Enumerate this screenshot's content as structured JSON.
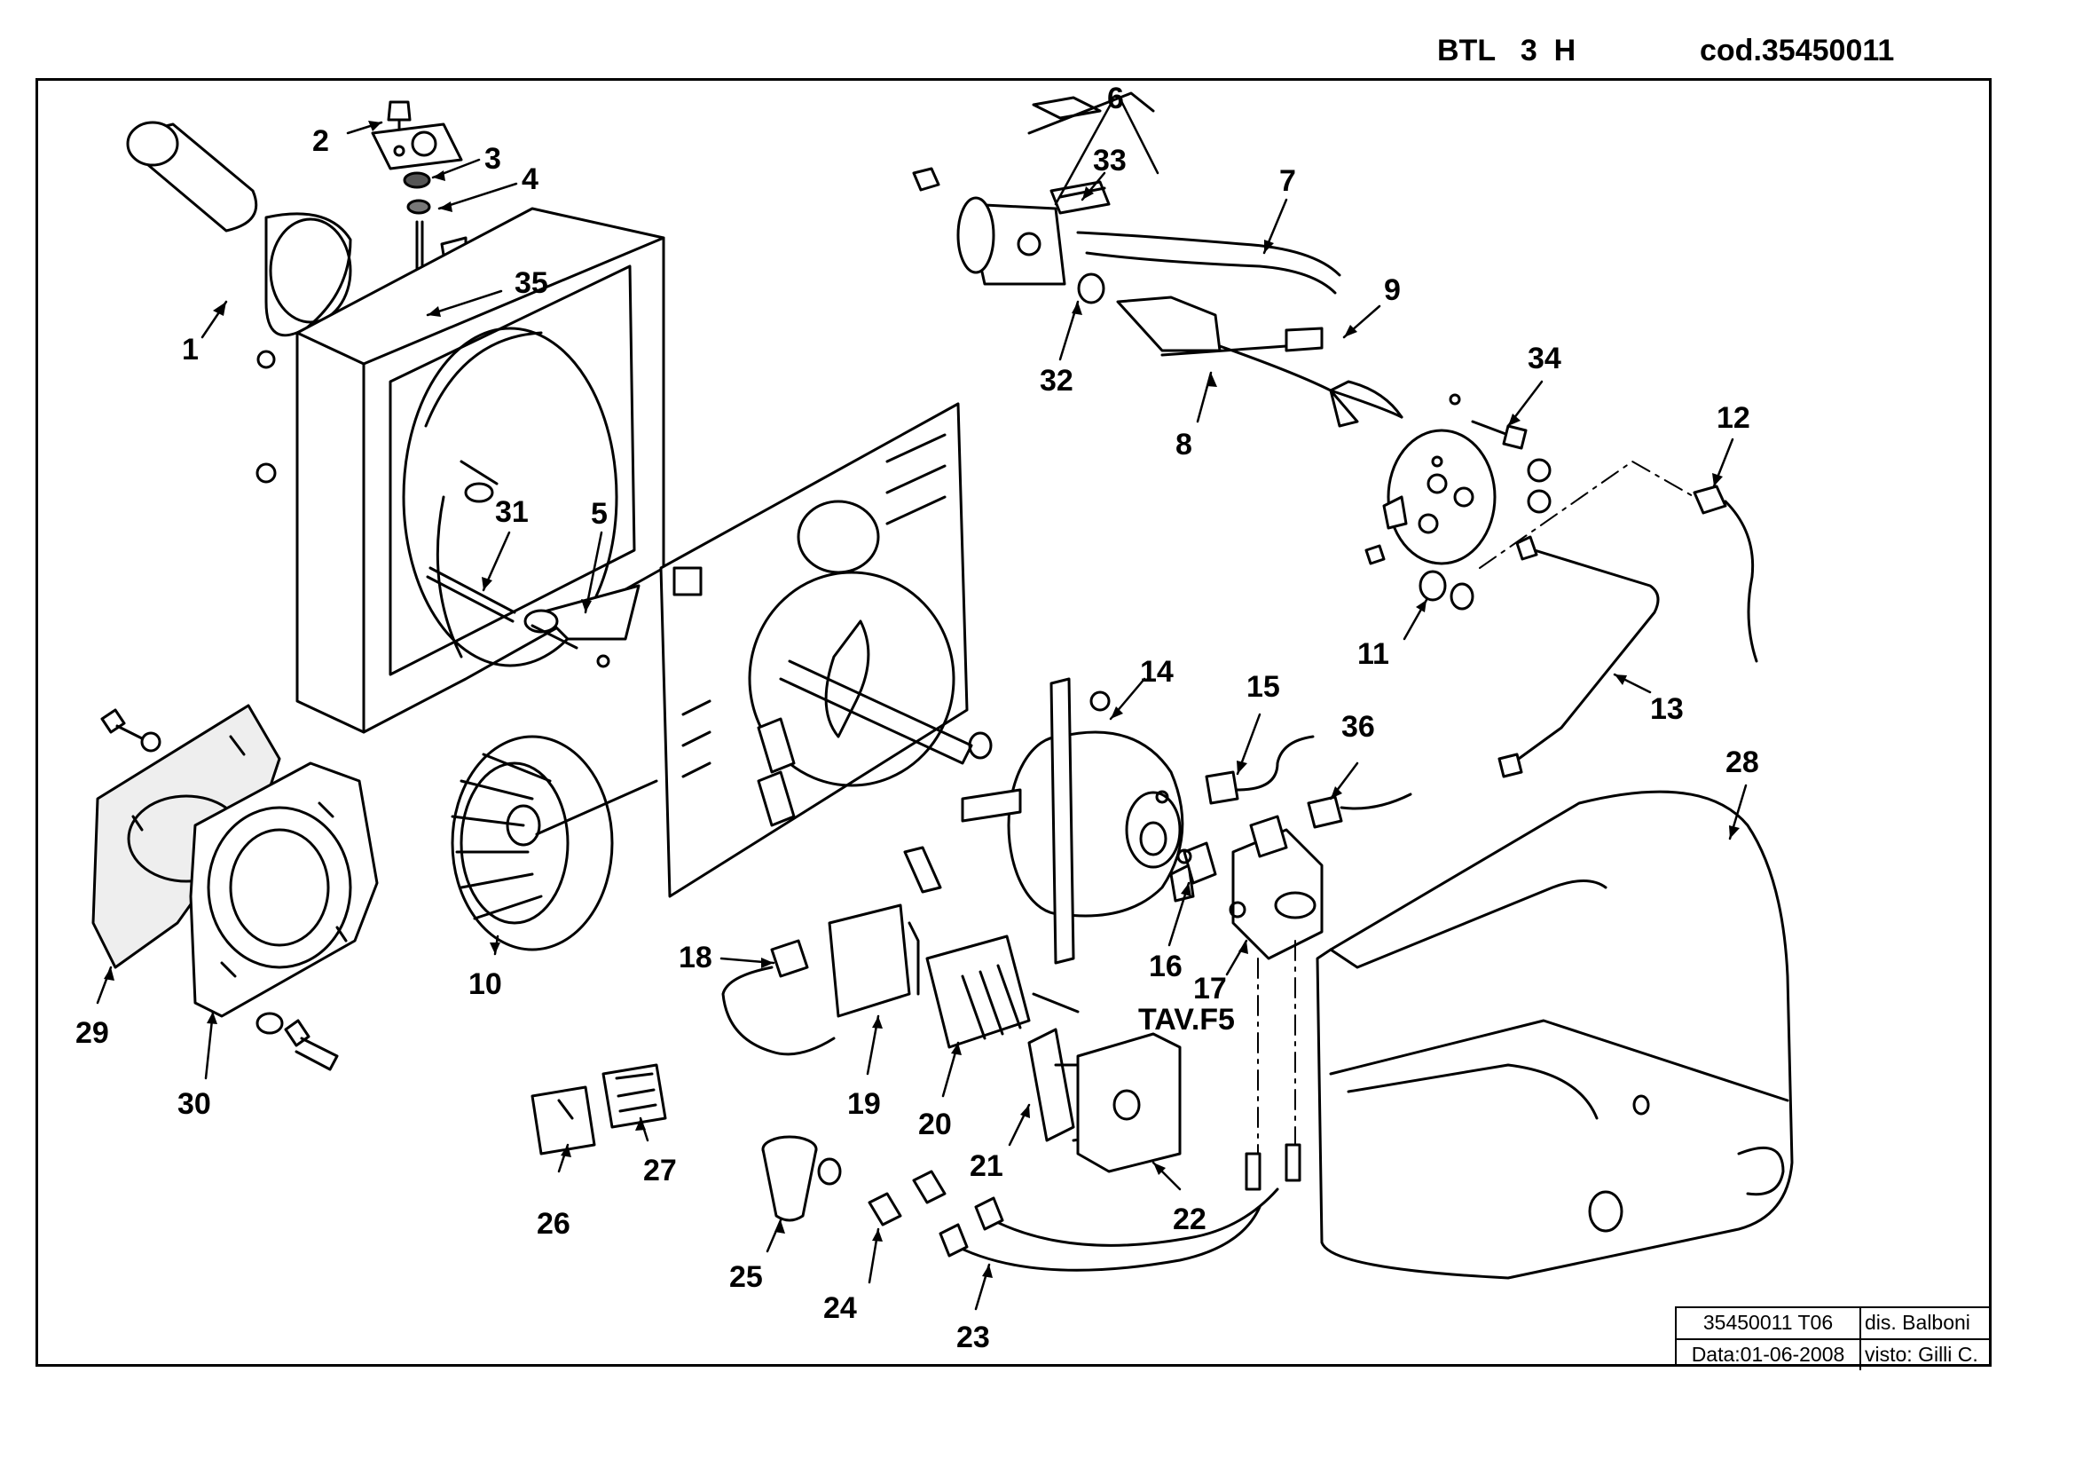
{
  "header": {
    "model": "BTL   3  H",
    "code": "cod.35450011"
  },
  "labels": {
    "p1": "1",
    "p2": "2",
    "p3": "3",
    "p4": "4",
    "p5": "5",
    "p6": "6",
    "p7": "7",
    "p8": "8",
    "p9": "9",
    "p10": "10",
    "p11": "11",
    "p12": "12",
    "p13": "13",
    "p14": "14",
    "p15": "15",
    "p16": "16",
    "p17": "17",
    "p18": "18",
    "p19": "19",
    "p20": "20",
    "p21": "21",
    "p22": "22",
    "p23": "23",
    "p24": "24",
    "p25": "25",
    "p26": "26",
    "p27": "27",
    "p28": "28",
    "p29": "29",
    "p30": "30",
    "p31": "31",
    "p32": "32",
    "p33": "33",
    "p34": "34",
    "p35": "35",
    "p36": "36",
    "ref": "TAV.F5"
  },
  "title_block": {
    "drawing_no": "35450011 T06",
    "designer": "dis. Balboni",
    "date": "Data:01-06-2008",
    "checked": "visto: Gilli C."
  }
}
